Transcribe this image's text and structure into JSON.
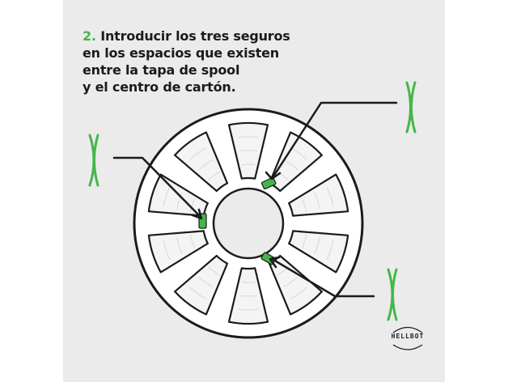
{
  "title": {
    "number": "2.",
    "lines": [
      "Introducir los tres seguros",
      "en los espacios que existen",
      "entre la tapa de spool",
      "y el centro de cartón."
    ]
  },
  "brand": {
    "name": "HELLBOT"
  },
  "colors": {
    "accent": "#45b649",
    "ink": "#1b1b1b",
    "background": "#ebebeb",
    "spool": "#ffffff"
  },
  "icons": {
    "clip": "clip-icon",
    "brand_mark": "hellbot-logo-icon"
  }
}
